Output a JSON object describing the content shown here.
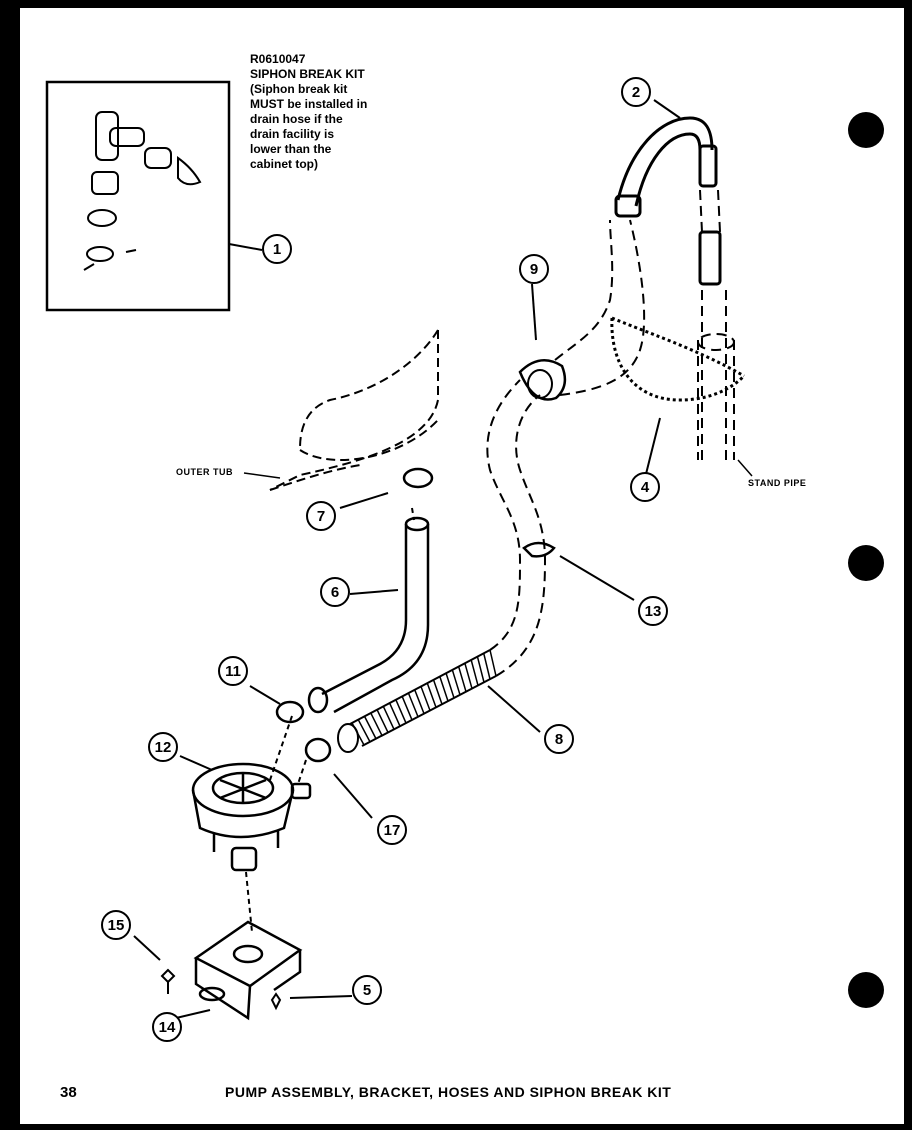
{
  "kit": {
    "label": "R0610047\nSIPHON BREAK KIT\n(Siphon break kit\nMUST be installed in\ndrain hose if the\ndrain facility is\nlower than the\ncabinet top)"
  },
  "labels": {
    "outer_tub": "OUTER TUB",
    "stand_pipe": "STAND PIPE"
  },
  "callouts": {
    "c1": "1",
    "c2": "2",
    "c4": "4",
    "c5": "5",
    "c6": "6",
    "c7": "7",
    "c8": "8",
    "c9": "9",
    "c11": "11",
    "c12": "12",
    "c13": "13",
    "c14": "14",
    "c15": "15",
    "c17": "17"
  },
  "footer": {
    "page": "38",
    "title": "PUMP ASSEMBLY, BRACKET, HOSES AND SIPHON BREAK KIT"
  }
}
